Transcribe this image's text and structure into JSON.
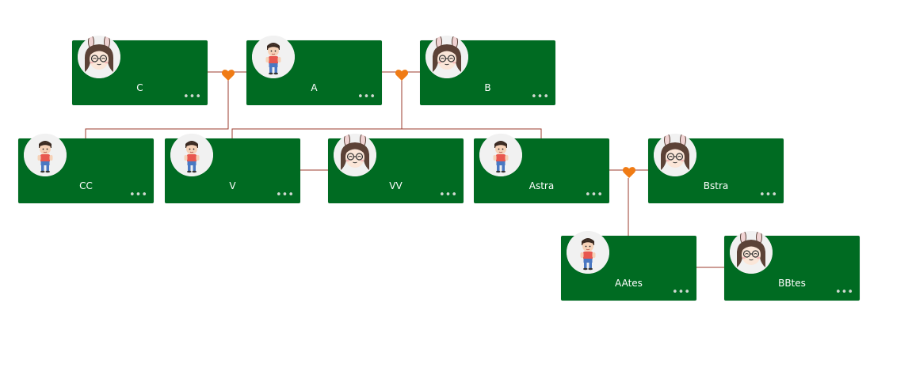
{
  "colors": {
    "node_fill": "#006b22",
    "link": "#9b3b2e",
    "heart": "#f07b14",
    "text": "#ffffff"
  },
  "nodes": [
    {
      "id": "C",
      "name": "C",
      "avatar": "girl-avatar-icon"
    },
    {
      "id": "A",
      "name": "A",
      "avatar": "boy-avatar-icon"
    },
    {
      "id": "B",
      "name": "B",
      "avatar": "girl-avatar-icon"
    },
    {
      "id": "CC",
      "name": "CC",
      "avatar": "boy-avatar-icon"
    },
    {
      "id": "V",
      "name": "V",
      "avatar": "boy-avatar-icon"
    },
    {
      "id": "VV",
      "name": "VV",
      "avatar": "girl-avatar-icon"
    },
    {
      "id": "Astra",
      "name": "Astra",
      "avatar": "boy-avatar-icon"
    },
    {
      "id": "Bstra",
      "name": "Bstra",
      "avatar": "girl-avatar-icon"
    },
    {
      "id": "AAtes",
      "name": "AAtes",
      "avatar": "boy-avatar-icon"
    },
    {
      "id": "BBtes",
      "name": "BBtes",
      "avatar": "girl-avatar-icon"
    }
  ],
  "couples": [
    {
      "partners": [
        "C",
        "A"
      ],
      "marker": "heart-icon"
    },
    {
      "partners": [
        "A",
        "B"
      ],
      "marker": "heart-icon"
    },
    {
      "partners": [
        "Astra",
        "Bstra"
      ],
      "marker": "heart-icon"
    },
    {
      "partners": [
        "V",
        "VV"
      ],
      "marker": "none"
    },
    {
      "partners": [
        "AAtes",
        "BBtes"
      ],
      "marker": "none"
    }
  ],
  "children": [
    {
      "parents": [
        "C",
        "A"
      ],
      "children": [
        "CC"
      ]
    },
    {
      "parents": [
        "A",
        "B"
      ],
      "children": [
        "V",
        "Astra"
      ]
    },
    {
      "parents": [
        "Astra",
        "Bstra"
      ],
      "children": [
        "AAtes"
      ]
    }
  ],
  "more_glyph": "•••"
}
